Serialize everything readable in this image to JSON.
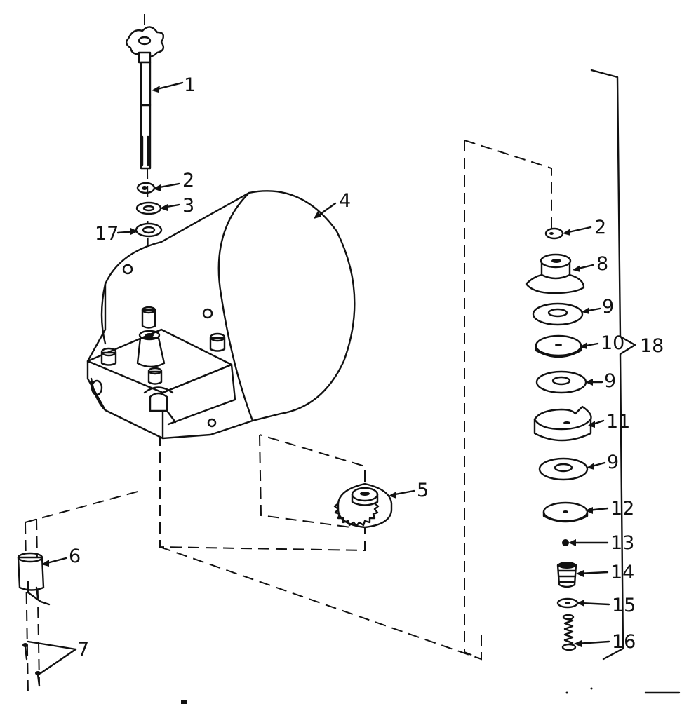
{
  "callouts": [
    {
      "id": "c1",
      "text": "1"
    },
    {
      "id": "c2a",
      "text": "2"
    },
    {
      "id": "c3",
      "text": "3"
    },
    {
      "id": "c4",
      "text": "4"
    },
    {
      "id": "c17",
      "text": "17"
    },
    {
      "id": "c5",
      "text": "5"
    },
    {
      "id": "c6",
      "text": "6"
    },
    {
      "id": "c7",
      "text": "7"
    },
    {
      "id": "c2b",
      "text": "2"
    },
    {
      "id": "c8",
      "text": "8"
    },
    {
      "id": "c9a",
      "text": "9"
    },
    {
      "id": "c10",
      "text": "10"
    },
    {
      "id": "c9b",
      "text": "9"
    },
    {
      "id": "c11",
      "text": "11"
    },
    {
      "id": "c9c",
      "text": "9"
    },
    {
      "id": "c12",
      "text": "12"
    },
    {
      "id": "c13",
      "text": "13"
    },
    {
      "id": "c14",
      "text": "14"
    },
    {
      "id": "c15",
      "text": "15"
    },
    {
      "id": "c16",
      "text": "16"
    },
    {
      "id": "c18",
      "text": "18"
    }
  ]
}
